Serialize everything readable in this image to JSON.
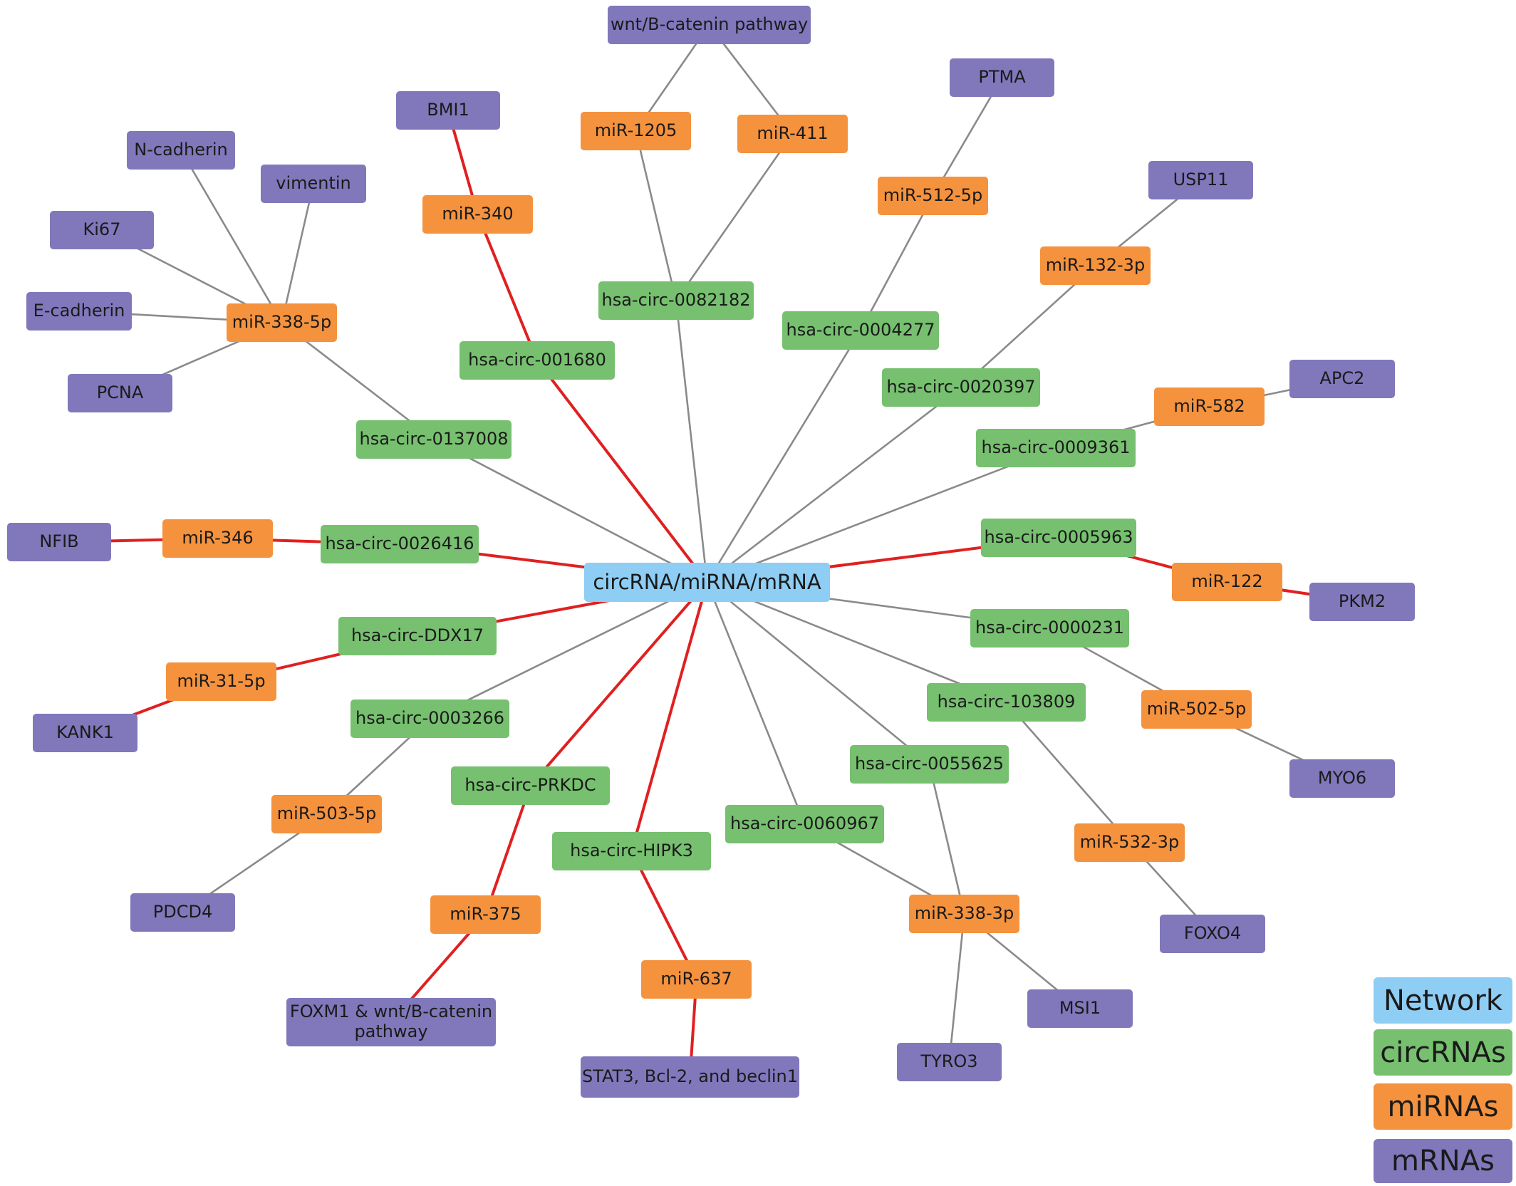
{
  "colors": {
    "network": "#8ecdf4",
    "circRNA": "#76c06f",
    "miRNA": "#f5923e",
    "mRNA": "#8078bb",
    "edge_gray": "#8a8a8a",
    "edge_red": "#e02020"
  },
  "legend": [
    {
      "label": "Network",
      "type": "network"
    },
    {
      "label": "circRNAs",
      "type": "circRNA"
    },
    {
      "label": "miRNAs",
      "type": "miRNA"
    },
    {
      "label": "mRNAs",
      "type": "mRNA"
    }
  ],
  "nodes": [
    {
      "id": "center",
      "label": "circRNA/miRNA/mRNA",
      "type": "network"
    },
    {
      "id": "c0137008",
      "label": "hsa-circ-0137008",
      "type": "circRNA"
    },
    {
      "id": "c001680",
      "label": "hsa-circ-001680",
      "type": "circRNA"
    },
    {
      "id": "c0082182",
      "label": "hsa-circ-0082182",
      "type": "circRNA"
    },
    {
      "id": "c0004277",
      "label": "hsa-circ-0004277",
      "type": "circRNA"
    },
    {
      "id": "c0020397",
      "label": "hsa-circ-0020397",
      "type": "circRNA"
    },
    {
      "id": "c0009361",
      "label": "hsa-circ-0009361",
      "type": "circRNA"
    },
    {
      "id": "c0005963",
      "label": "hsa-circ-0005963",
      "type": "circRNA"
    },
    {
      "id": "c0026416",
      "label": "hsa-circ-0026416",
      "type": "circRNA"
    },
    {
      "id": "cDDX17",
      "label": "hsa-circ-DDX17",
      "type": "circRNA"
    },
    {
      "id": "c0003266",
      "label": "hsa-circ-0003266",
      "type": "circRNA"
    },
    {
      "id": "cPRKDC",
      "label": "hsa-circ-PRKDC",
      "type": "circRNA"
    },
    {
      "id": "cHIPK3",
      "label": "hsa-circ-HIPK3",
      "type": "circRNA"
    },
    {
      "id": "c0060967",
      "label": "hsa-circ-0060967",
      "type": "circRNA"
    },
    {
      "id": "c0055625",
      "label": "hsa-circ-0055625",
      "type": "circRNA"
    },
    {
      "id": "c103809",
      "label": "hsa-circ-103809",
      "type": "circRNA"
    },
    {
      "id": "c0000231",
      "label": "hsa-circ-0000231",
      "type": "circRNA"
    },
    {
      "id": "m338_5p",
      "label": "miR-338-5p",
      "type": "miRNA"
    },
    {
      "id": "m340",
      "label": "miR-340",
      "type": "miRNA"
    },
    {
      "id": "m1205",
      "label": "miR-1205",
      "type": "miRNA"
    },
    {
      "id": "m411",
      "label": "miR-411",
      "type": "miRNA"
    },
    {
      "id": "m512",
      "label": "miR-512-5p",
      "type": "miRNA"
    },
    {
      "id": "m132",
      "label": "miR-132-3p",
      "type": "miRNA"
    },
    {
      "id": "m582",
      "label": "miR-582",
      "type": "miRNA"
    },
    {
      "id": "m346",
      "label": "miR-346",
      "type": "miRNA"
    },
    {
      "id": "m122",
      "label": "miR-122",
      "type": "miRNA"
    },
    {
      "id": "m31",
      "label": "miR-31-5p",
      "type": "miRNA"
    },
    {
      "id": "m502",
      "label": "miR-502-5p",
      "type": "miRNA"
    },
    {
      "id": "m503",
      "label": "miR-503-5p",
      "type": "miRNA"
    },
    {
      "id": "m532",
      "label": "miR-532-3p",
      "type": "miRNA"
    },
    {
      "id": "m375",
      "label": "miR-375",
      "type": "miRNA"
    },
    {
      "id": "m637",
      "label": "miR-637",
      "type": "miRNA"
    },
    {
      "id": "m338_3p",
      "label": "miR-338-3p",
      "type": "miRNA"
    },
    {
      "id": "wnt",
      "label": "wnt/B-catenin pathway",
      "type": "mRNA"
    },
    {
      "id": "BMI1",
      "label": "BMI1",
      "type": "mRNA"
    },
    {
      "id": "PTMA",
      "label": "PTMA",
      "type": "mRNA"
    },
    {
      "id": "Ncad",
      "label": "N-cadherin",
      "type": "mRNA"
    },
    {
      "id": "vim",
      "label": "vimentin",
      "type": "mRNA"
    },
    {
      "id": "USP11",
      "label": "USP11",
      "type": "mRNA"
    },
    {
      "id": "Ki67",
      "label": "Ki67",
      "type": "mRNA"
    },
    {
      "id": "Ecad",
      "label": "E-cadherin",
      "type": "mRNA"
    },
    {
      "id": "PCNA",
      "label": "PCNA",
      "type": "mRNA"
    },
    {
      "id": "APC2",
      "label": "APC2",
      "type": "mRNA"
    },
    {
      "id": "NFIB",
      "label": "NFIB",
      "type": "mRNA"
    },
    {
      "id": "PKM2",
      "label": "PKM2",
      "type": "mRNA"
    },
    {
      "id": "KANK1",
      "label": "KANK1",
      "type": "mRNA"
    },
    {
      "id": "MYO6",
      "label": "MYO6",
      "type": "mRNA"
    },
    {
      "id": "PDCD4",
      "label": "PDCD4",
      "type": "mRNA"
    },
    {
      "id": "FOXO4",
      "label": "FOXO4",
      "type": "mRNA"
    },
    {
      "id": "FOXM1",
      "label": "FOXM1 & wnt/B-catenin pathway",
      "type": "mRNA"
    },
    {
      "id": "MSI1",
      "label": "MSI1",
      "type": "mRNA"
    },
    {
      "id": "TYRO3",
      "label": "TYRO3",
      "type": "mRNA"
    },
    {
      "id": "STAT3",
      "label": "STAT3, Bcl-2, and beclin1",
      "type": "mRNA"
    }
  ],
  "edges": [
    {
      "from": "center",
      "to": "c0137008",
      "style": "gray"
    },
    {
      "from": "center",
      "to": "c001680",
      "style": "red"
    },
    {
      "from": "center",
      "to": "c0082182",
      "style": "gray"
    },
    {
      "from": "center",
      "to": "c0004277",
      "style": "gray"
    },
    {
      "from": "center",
      "to": "c0020397",
      "style": "gray"
    },
    {
      "from": "center",
      "to": "c0009361",
      "style": "gray"
    },
    {
      "from": "center",
      "to": "c0005963",
      "style": "red"
    },
    {
      "from": "center",
      "to": "c0026416",
      "style": "red"
    },
    {
      "from": "center",
      "to": "cDDX17",
      "style": "red"
    },
    {
      "from": "center",
      "to": "c0003266",
      "style": "gray"
    },
    {
      "from": "center",
      "to": "cPRKDC",
      "style": "red"
    },
    {
      "from": "center",
      "to": "cHIPK3",
      "style": "red"
    },
    {
      "from": "center",
      "to": "c0060967",
      "style": "gray"
    },
    {
      "from": "center",
      "to": "c0055625",
      "style": "gray"
    },
    {
      "from": "center",
      "to": "c103809",
      "style": "gray"
    },
    {
      "from": "center",
      "to": "c0000231",
      "style": "gray"
    },
    {
      "from": "c0137008",
      "to": "m338_5p",
      "style": "gray"
    },
    {
      "from": "m338_5p",
      "to": "Ncad",
      "style": "gray"
    },
    {
      "from": "m338_5p",
      "to": "vim",
      "style": "gray"
    },
    {
      "from": "m338_5p",
      "to": "Ki67",
      "style": "gray"
    },
    {
      "from": "m338_5p",
      "to": "Ecad",
      "style": "gray"
    },
    {
      "from": "m338_5p",
      "to": "PCNA",
      "style": "gray"
    },
    {
      "from": "c001680",
      "to": "m340",
      "style": "red"
    },
    {
      "from": "m340",
      "to": "BMI1",
      "style": "red"
    },
    {
      "from": "c0082182",
      "to": "m1205",
      "style": "gray"
    },
    {
      "from": "c0082182",
      "to": "m411",
      "style": "gray"
    },
    {
      "from": "m1205",
      "to": "wnt",
      "style": "gray"
    },
    {
      "from": "m411",
      "to": "wnt",
      "style": "gray"
    },
    {
      "from": "c0004277",
      "to": "m512",
      "style": "gray"
    },
    {
      "from": "m512",
      "to": "PTMA",
      "style": "gray"
    },
    {
      "from": "c0020397",
      "to": "m132",
      "style": "gray"
    },
    {
      "from": "m132",
      "to": "USP11",
      "style": "gray"
    },
    {
      "from": "c0009361",
      "to": "m582",
      "style": "gray"
    },
    {
      "from": "m582",
      "to": "APC2",
      "style": "gray"
    },
    {
      "from": "c0005963",
      "to": "m122",
      "style": "red"
    },
    {
      "from": "m122",
      "to": "PKM2",
      "style": "red"
    },
    {
      "from": "c0026416",
      "to": "m346",
      "style": "red"
    },
    {
      "from": "m346",
      "to": "NFIB",
      "style": "red"
    },
    {
      "from": "cDDX17",
      "to": "m31",
      "style": "red"
    },
    {
      "from": "m31",
      "to": "KANK1",
      "style": "red"
    },
    {
      "from": "c0000231",
      "to": "m502",
      "style": "gray"
    },
    {
      "from": "m502",
      "to": "MYO6",
      "style": "gray"
    },
    {
      "from": "c0003266",
      "to": "m503",
      "style": "gray"
    },
    {
      "from": "m503",
      "to": "PDCD4",
      "style": "gray"
    },
    {
      "from": "c103809",
      "to": "m532",
      "style": "gray"
    },
    {
      "from": "m532",
      "to": "FOXO4",
      "style": "gray"
    },
    {
      "from": "cPRKDC",
      "to": "m375",
      "style": "red"
    },
    {
      "from": "m375",
      "to": "FOXM1",
      "style": "red"
    },
    {
      "from": "cHIPK3",
      "to": "m637",
      "style": "red"
    },
    {
      "from": "m637",
      "to": "STAT3",
      "style": "red"
    },
    {
      "from": "c0060967",
      "to": "m338_3p",
      "style": "gray"
    },
    {
      "from": "c0055625",
      "to": "m338_3p",
      "style": "gray"
    },
    {
      "from": "m338_3p",
      "to": "MSI1",
      "style": "gray"
    },
    {
      "from": "m338_3p",
      "to": "TYRO3",
      "style": "gray"
    }
  ]
}
